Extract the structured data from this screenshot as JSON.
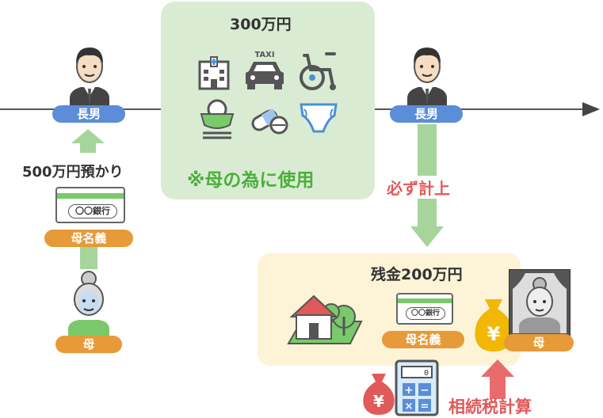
{
  "amount_top": "300万円",
  "usage_note": "※母の為に使用",
  "must_record": "必ず計上",
  "deposit_label": "500万円預かり",
  "remaining": "残金200万円",
  "inheritance_calc": "相続税計算",
  "son_label_left": "長男",
  "son_label_right": "長男",
  "mother_account_left": "母名義",
  "mother_account_right": "母名義",
  "mother_label_left": "母",
  "mother_label_right": "母",
  "bank_left": "〇〇銀行",
  "bank_right": "〇〇銀行",
  "taxi_label": "TAXI",
  "calc_display": "0",
  "yen_symbol": "¥",
  "colors": {
    "green_box": "#d9ecd3",
    "yellow_box": "#fdf3d6",
    "blue_pill": "#5b8dd8",
    "orange_pill": "#e69a38",
    "green_text": "#4cae3c",
    "red_text": "#e05a5a",
    "green_arrow": "#a6d49a",
    "red_arrow": "#e86c6c"
  }
}
